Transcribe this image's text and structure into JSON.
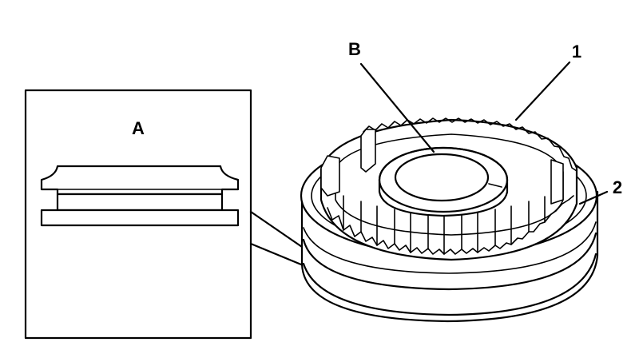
{
  "callouts": {
    "detail": "A",
    "center": "B",
    "outer_ring": "1",
    "groove": "2"
  },
  "colors": {
    "stroke": "#000000",
    "background": "#ffffff"
  }
}
